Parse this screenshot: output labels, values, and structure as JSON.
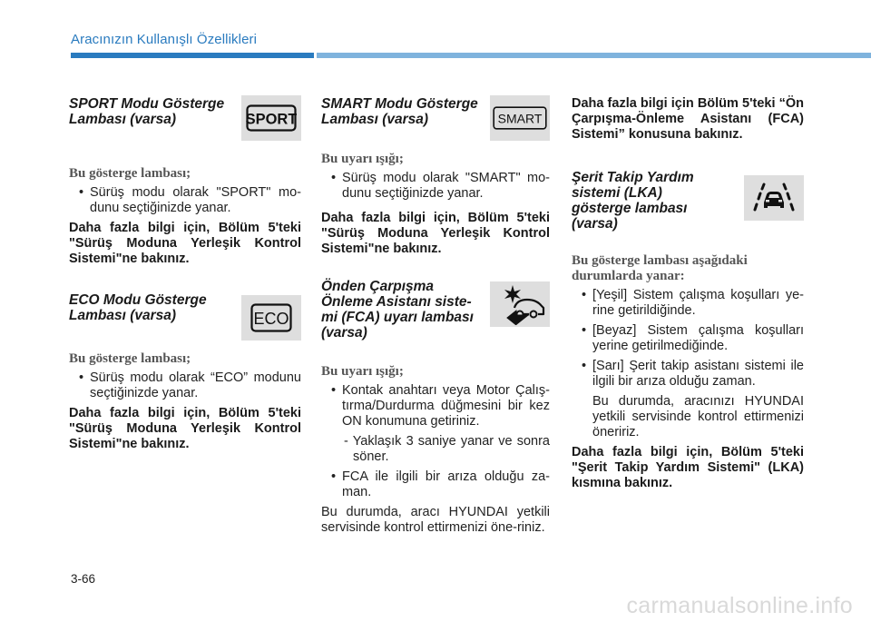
{
  "header": {
    "title": "Aracınızın Kullanışlı Özellikleri"
  },
  "page_number": "3-66",
  "watermark": "carmanualsonline.info",
  "col1": {
    "sport": {
      "heading": "SPORT Modu Gösterge\nLambası (varsa)",
      "icon_text": "SPORT",
      "sub": "Bu gösterge lambası;",
      "bullets": [
        "Sürüş modu olarak \"SPORT\" mo-dunu seçtiğinizde yanar."
      ],
      "note": "Daha fazla bilgi için, Bölüm 5'teki \"Sürüş Moduna Yerleşik Kontrol Sistemi\"ne bakınız."
    },
    "eco": {
      "heading": "ECO Modu Gösterge\nLambası (varsa)",
      "icon_text": "ECO",
      "sub": "Bu gösterge lambası;",
      "bullets": [
        "Sürüş modu olarak “ECO” modunu seçtiğinizde yanar."
      ],
      "note": "Daha fazla bilgi için, Bölüm 5'teki \"Sürüş Moduna Yerleşik Kontrol Sistemi\"ne bakınız."
    }
  },
  "col2": {
    "smart": {
      "heading": "SMART Modu Gösterge\nLambası (varsa)",
      "icon_text": "SMART",
      "sub": "Bu uyarı ışığı;",
      "bullets": [
        "Sürüş modu olarak \"SMART\" mo-dunu seçtiğinizde yanar."
      ],
      "note": "Daha fazla bilgi için, Bölüm 5'teki \"Sürüş Moduna Yerleşik Kontrol Sistemi\"ne bakınız."
    },
    "fca": {
      "heading": "Önden Çarpışma\nÖnleme Asistanı siste-\nmi (FCA) uyarı lambası\n(varsa)",
      "sub": "Bu uyarı ışığı;",
      "bullet1": "Kontak anahtarı veya Motor Çalış-tırma/Durdurma düğmesini bir kez ON konumuna getiriniz.",
      "dash": "- Yaklaşık 3 saniye yanar ve sonra söner.",
      "bullet2": "FCA ile ilgili bir arıza olduğu za-man.",
      "para": "Bu durumda, aracı HYUNDAI yetkili servisinde kontrol ettirmenizi öne-riniz."
    }
  },
  "col3": {
    "fca_note": "Daha fazla bilgi için Bölüm 5'teki “Ön Çarpışma-Önleme Asistanı (FCA) Sistemi” konusuna bakınız.",
    "lka": {
      "heading": "Şerit Takip Yardım\nsistemi (LKA)\ngösterge lambası\n(varsa)",
      "sub": "Bu gösterge lambası aşağıdaki\ndurumlarda yanar:",
      "bullets": [
        "[Yeşil] Sistem çalışma koşulları ye-rine getirildiğinde.",
        "[Beyaz] Sistem çalışma koşulları yerine getirilmediğinde.",
        "[Sarı] Şerit takip asistanı sistemi ile ilgili bir arıza olduğu zaman."
      ],
      "para": "Bu durumda, aracınızı HYUNDAI yetkili servisinde kontrol ettirmenizi öneririz.",
      "note": "Daha fazla bilgi için, Bölüm 5'teki \"Şerit Takip Yardım Sistemi\" (LKA) kısmına bakınız."
    }
  }
}
